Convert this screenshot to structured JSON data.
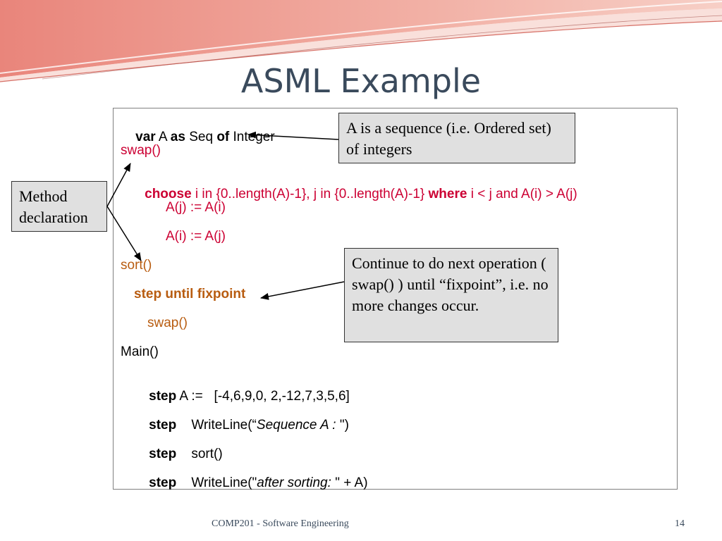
{
  "slide": {
    "title": "ASML Example",
    "footer_course": "COMP201 - Software Engineering",
    "page_number": "14"
  },
  "code": {
    "l1": {
      "var": "var",
      "a": " A ",
      "as": "as",
      "seq": " Seq ",
      "of": "of",
      "int": " Integer"
    },
    "l2": "swap()",
    "l3": {
      "choose": "choose",
      "rest1": " i in {0..length(A)-1}, j in {0..length(A)-1} ",
      "where": "where",
      "rest2": " i < j and A(i) > A(j)"
    },
    "l4": "A(j) := A(i)",
    "l5": "A(i) := A(j)",
    "l6": "sort()",
    "l7": "step until fixpoint",
    "l8": "swap()",
    "l9": "Main()",
    "l10": {
      "step": "step",
      "rest": " A :=   [-4,6,9,0, 2,-12,7,3,5,6]"
    },
    "l11": {
      "step": "step",
      "pre": "    WriteLine(“",
      "ital": "Sequence A : ",
      "post": "\")"
    },
    "l12": {
      "step": "step",
      "rest": "    sort()"
    },
    "l13": {
      "step": "step",
      "pre": "    WriteLine(\"",
      "ital": "after sorting: ",
      "post": "\" + A)"
    }
  },
  "callouts": {
    "sequence": "A is a sequence (i.e. Ordered set) of integers",
    "method": "Method declaration",
    "fixpoint": "Continue to do next operation ( swap() ) until “fixpoint”, i.e. no more changes occur."
  },
  "colors": {
    "title": "#3a4a5c",
    "keyword_brown": "#b85c10",
    "keyword_red": "#cc0033",
    "callout_bg": "#e0e0e0",
    "deco_salmon": "#e8837a"
  }
}
